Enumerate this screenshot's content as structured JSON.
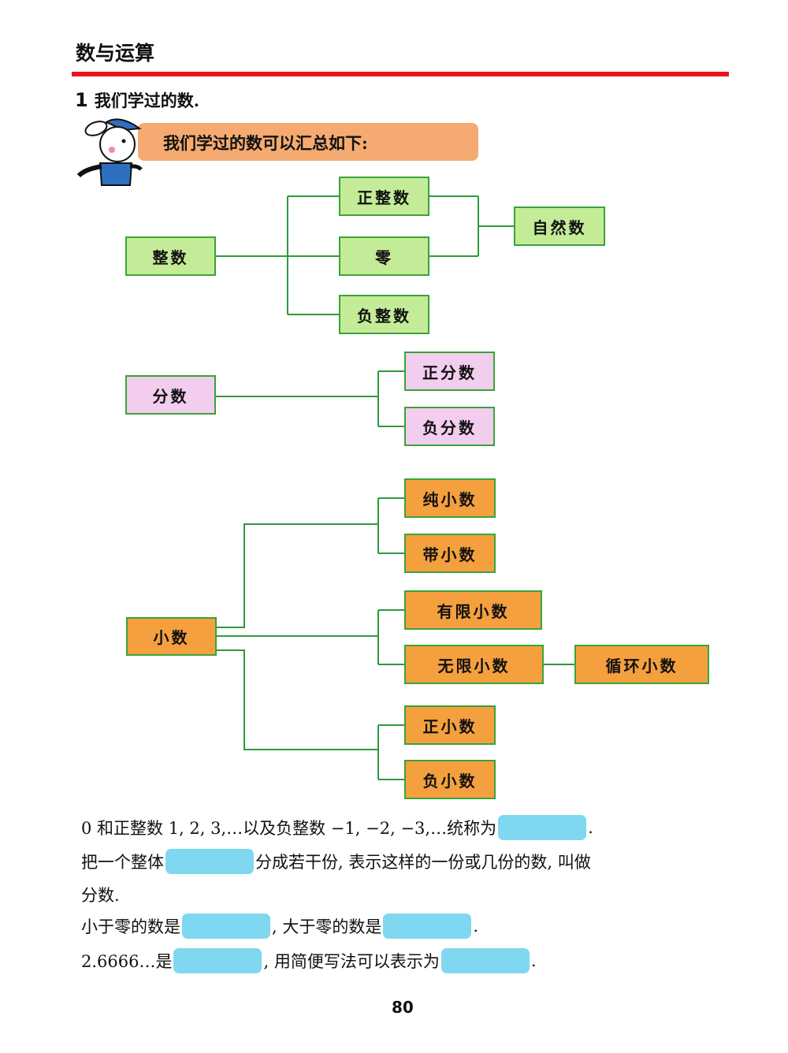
{
  "header": {
    "title": "数与运算"
  },
  "question": {
    "number": "1",
    "text": "我们学过的数."
  },
  "banner": {
    "text": "我们学过的数可以汇总如下:"
  },
  "diagram": {
    "integer": "整数",
    "positive_integer": "正整数",
    "zero": "零",
    "negative_integer": "负整数",
    "natural_number": "自然数",
    "fraction": "分数",
    "positive_fraction": "正分数",
    "negative_fraction": "负分数",
    "decimal": "小数",
    "pure_decimal": "纯小数",
    "mixed_decimal": "带小数",
    "finite_decimal": "有限小数",
    "infinite_decimal": "无限小数",
    "repeating_decimal": "循环小数",
    "positive_decimal": "正小数",
    "negative_decimal": "负小数"
  },
  "exercises": {
    "l1a": "0 和正整数 1, 2, 3,…以及负整数 −1, −2, −3,…统称为",
    "l1b": ".",
    "l2a": "把一个整体",
    "l2b": "分成若干份, 表示这样的一份或几份的数, 叫做",
    "l3": "分数.",
    "l4a": "小于零的数是",
    "l4b": ", 大于零的数是",
    "l4c": ".",
    "l5a": "2.6666…是",
    "l5b": ", 用简便写法可以表示为",
    "l5c": "."
  },
  "footer": {
    "page_number": "80"
  },
  "colors": {
    "rule": "#e8141c",
    "green": "#c4ec98",
    "pink": "#f2cdee",
    "orange": "#f5a03e",
    "blank": "#7fd8f0"
  }
}
